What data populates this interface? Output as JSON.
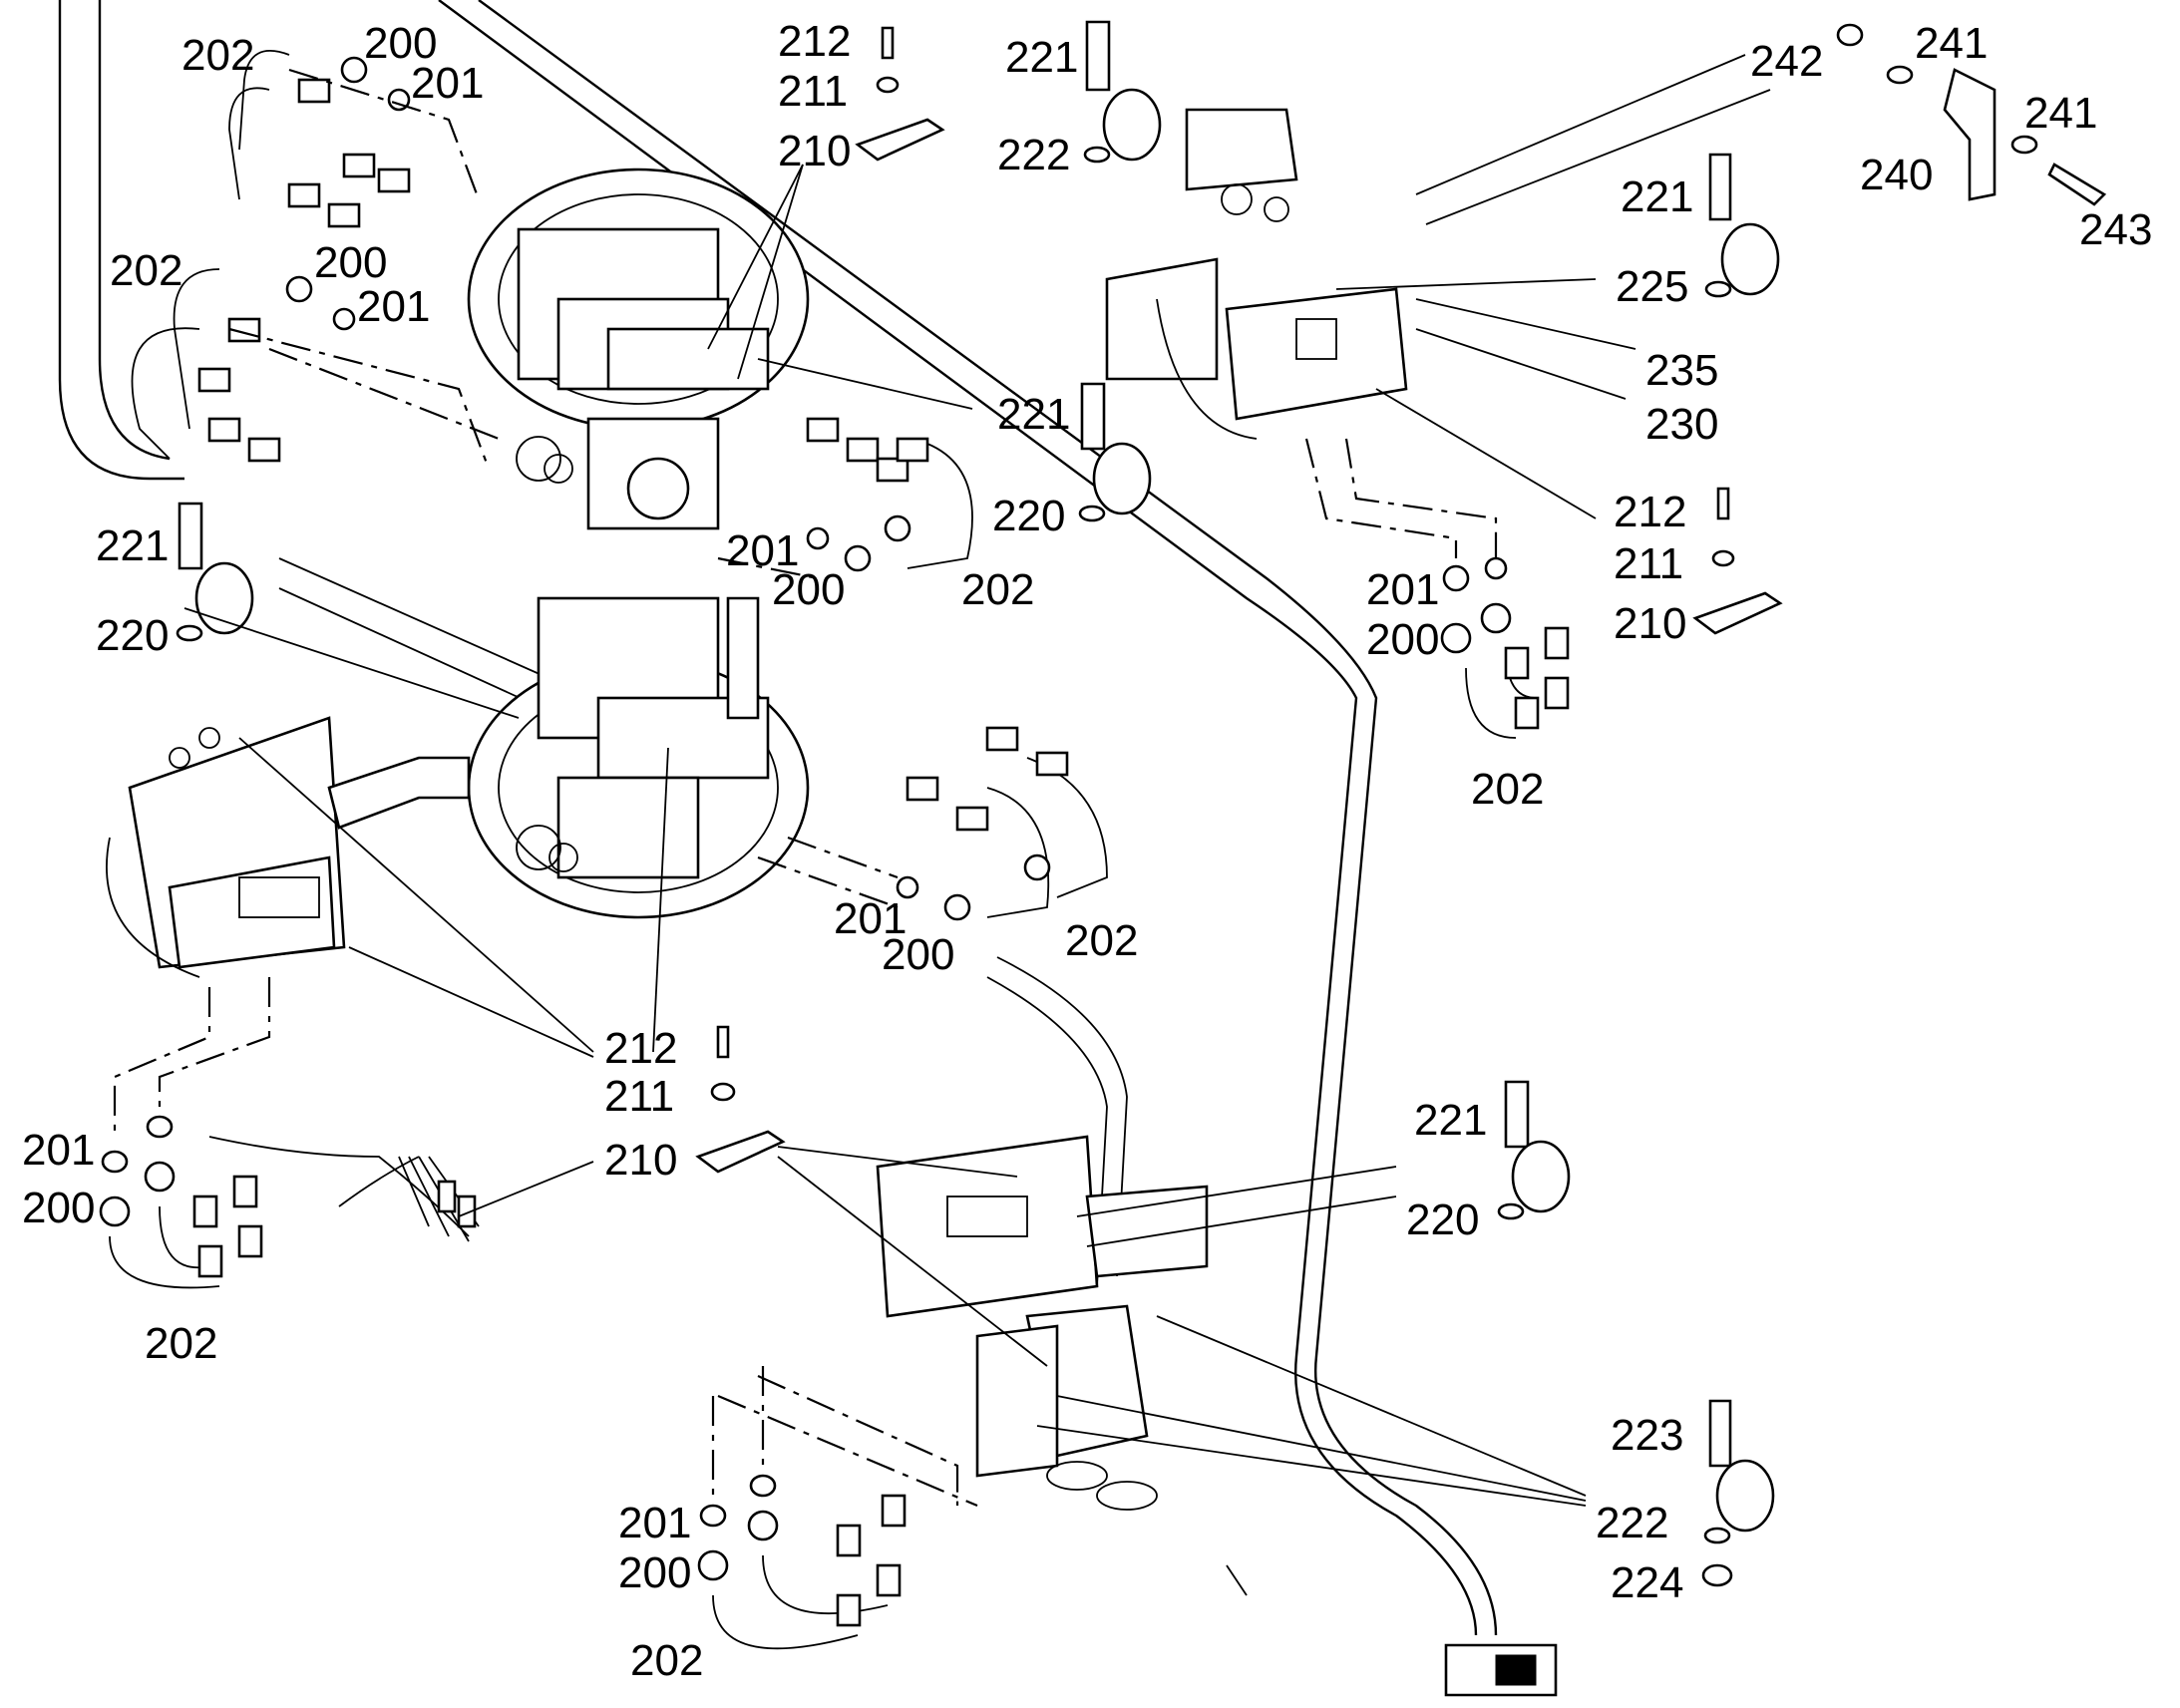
{
  "callouts": [
    {
      "text": "202"
    },
    {
      "text": "200"
    },
    {
      "text": "201"
    },
    {
      "text": "202"
    },
    {
      "text": "200"
    },
    {
      "text": "201"
    },
    {
      "text": "212"
    },
    {
      "text": "211"
    },
    {
      "text": "210"
    },
    {
      "text": "221"
    },
    {
      "text": "222"
    },
    {
      "text": "242"
    },
    {
      "text": "241"
    },
    {
      "text": "241"
    },
    {
      "text": "240"
    },
    {
      "text": "243"
    },
    {
      "text": "221"
    },
    {
      "text": "225"
    },
    {
      "text": "235"
    },
    {
      "text": "230"
    },
    {
      "text": "221"
    },
    {
      "text": "220"
    },
    {
      "text": "201"
    },
    {
      "text": "200"
    },
    {
      "text": "202"
    },
    {
      "text": "221"
    },
    {
      "text": "220"
    },
    {
      "text": "212"
    },
    {
      "text": "211"
    },
    {
      "text": "210"
    },
    {
      "text": "201"
    },
    {
      "text": "200"
    },
    {
      "text": "202"
    },
    {
      "text": "201"
    },
    {
      "text": "200"
    },
    {
      "text": "202"
    },
    {
      "text": "212"
    },
    {
      "text": "211"
    },
    {
      "text": "210"
    },
    {
      "text": "201"
    },
    {
      "text": "200"
    },
    {
      "text": "202"
    },
    {
      "text": "221"
    },
    {
      "text": "220"
    },
    {
      "text": "223"
    },
    {
      "text": "222"
    },
    {
      "text": "224"
    },
    {
      "text": "201"
    },
    {
      "text": "200"
    },
    {
      "text": "202"
    }
  ]
}
